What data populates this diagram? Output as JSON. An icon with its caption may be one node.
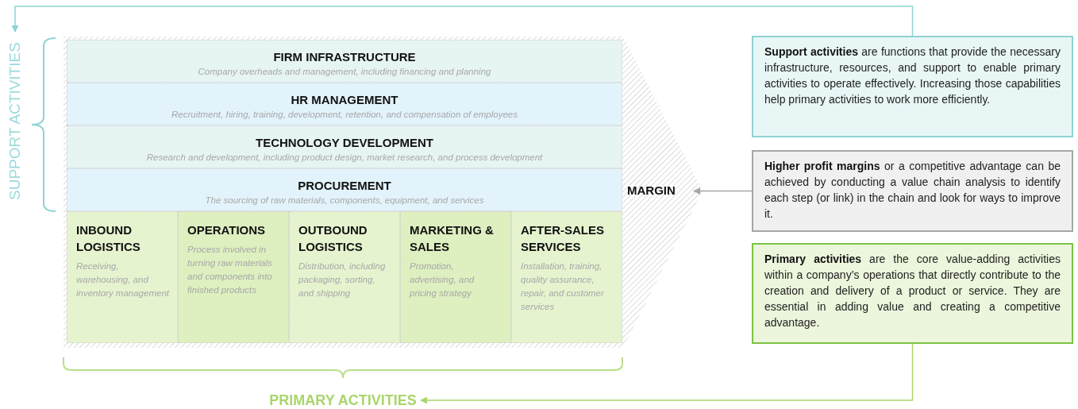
{
  "diagram": {
    "nodes": [
      {
        "text": [
          "SUPPORT ACTIVITIES"
        ]
      },
      {
        "text": [
          "FIRM INFRASTRUCTURE",
          "Company overheads and management, including financing and planning"
        ]
      },
      {
        "text": [
          "HR MANAGEMENT",
          "Recruitment, hiring, training, development, retention, and compensation of employees"
        ]
      },
      {
        "text": [
          "TECHNOLOGY DEVELOPMENT",
          "Research and development, including product design, market research, and process development"
        ]
      },
      {
        "text": [
          "PROCUREMENT",
          "The sourcing of raw materials, components, equipment, and services"
        ]
      },
      {
        "text": [
          "INBOUND LOGISTICS",
          "Receiving, warehousing, and inventory management"
        ]
      },
      {
        "text": [
          "OPERATIONS",
          "Process involved in turning raw materials and components into finished products"
        ]
      },
      {
        "text": [
          "OUTBOUND LOGISTICS",
          "Distribution, including packaging, sorting, and shipping"
        ]
      },
      {
        "text": [
          "MARKETING & SALES",
          "Promotion, advertising, and pricing strategy"
        ]
      },
      {
        "text": [
          "AFTER-SALES SERVICES",
          "Installation, training, quality assurance, repair, and customer services"
        ]
      },
      {
        "text": [
          "MARGIN"
        ]
      },
      {
        "text": [
          "**Support activities** are functions that provide the necessary infrastructure, resources, and support to enable primary activities to operate effectively. Increasing those capabilities help primary activities to work more efficiently."
        ]
      },
      {
        "text": [
          "**Higher profit margins** or a competitive advantage can be achieved by conducting a value chain analysis to identify each step (or link) in the chain and look for ways to improve it."
        ]
      },
      {
        "text": [
          "**Primary activities** are the core value-adding activities within a company’s operations that directly contribute to the creation and delivery of a product or service. They are essential in adding value and creating a competitive advantage."
        ]
      },
      {
        "text": [
          "PRIMARY ACTIVITIES"
        ]
      }
    ],
    "edges": [
      {
        "from": 11,
        "to": 0,
        "arrow": "to",
        "color": "#8fd3d6"
      },
      {
        "from": 12,
        "to": 10,
        "arrow": "to",
        "color": "#a6a6a6"
      },
      {
        "from": 13,
        "to": 14,
        "arrow": "to",
        "color": "#a9d56b"
      }
    ]
  }
}
